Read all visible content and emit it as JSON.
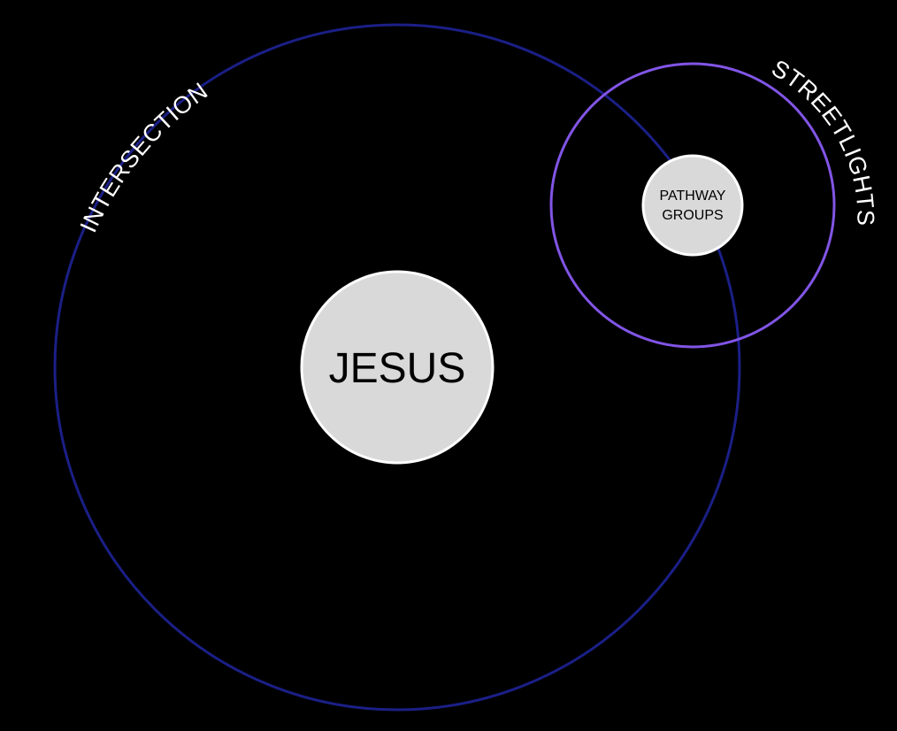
{
  "background_color": "#000000",
  "outer_circle": {
    "label": "INTERSECTION",
    "stroke_color": "#1b1f86",
    "label_color": "#ffffff"
  },
  "small_ring": {
    "label": "STREETLIGHTS",
    "stroke_color": "#8155e6",
    "label_color": "#ffffff"
  },
  "center_node": {
    "label": "JESUS",
    "fill_color": "#d9d9d9",
    "stroke_color": "#ffffff",
    "text_color": "#000000"
  },
  "small_node": {
    "label_line1": "PATHWAY",
    "label_line2": "GROUPS",
    "fill_color": "#d9d9d9",
    "stroke_color": "#ffffff",
    "text_color": "#000000"
  }
}
